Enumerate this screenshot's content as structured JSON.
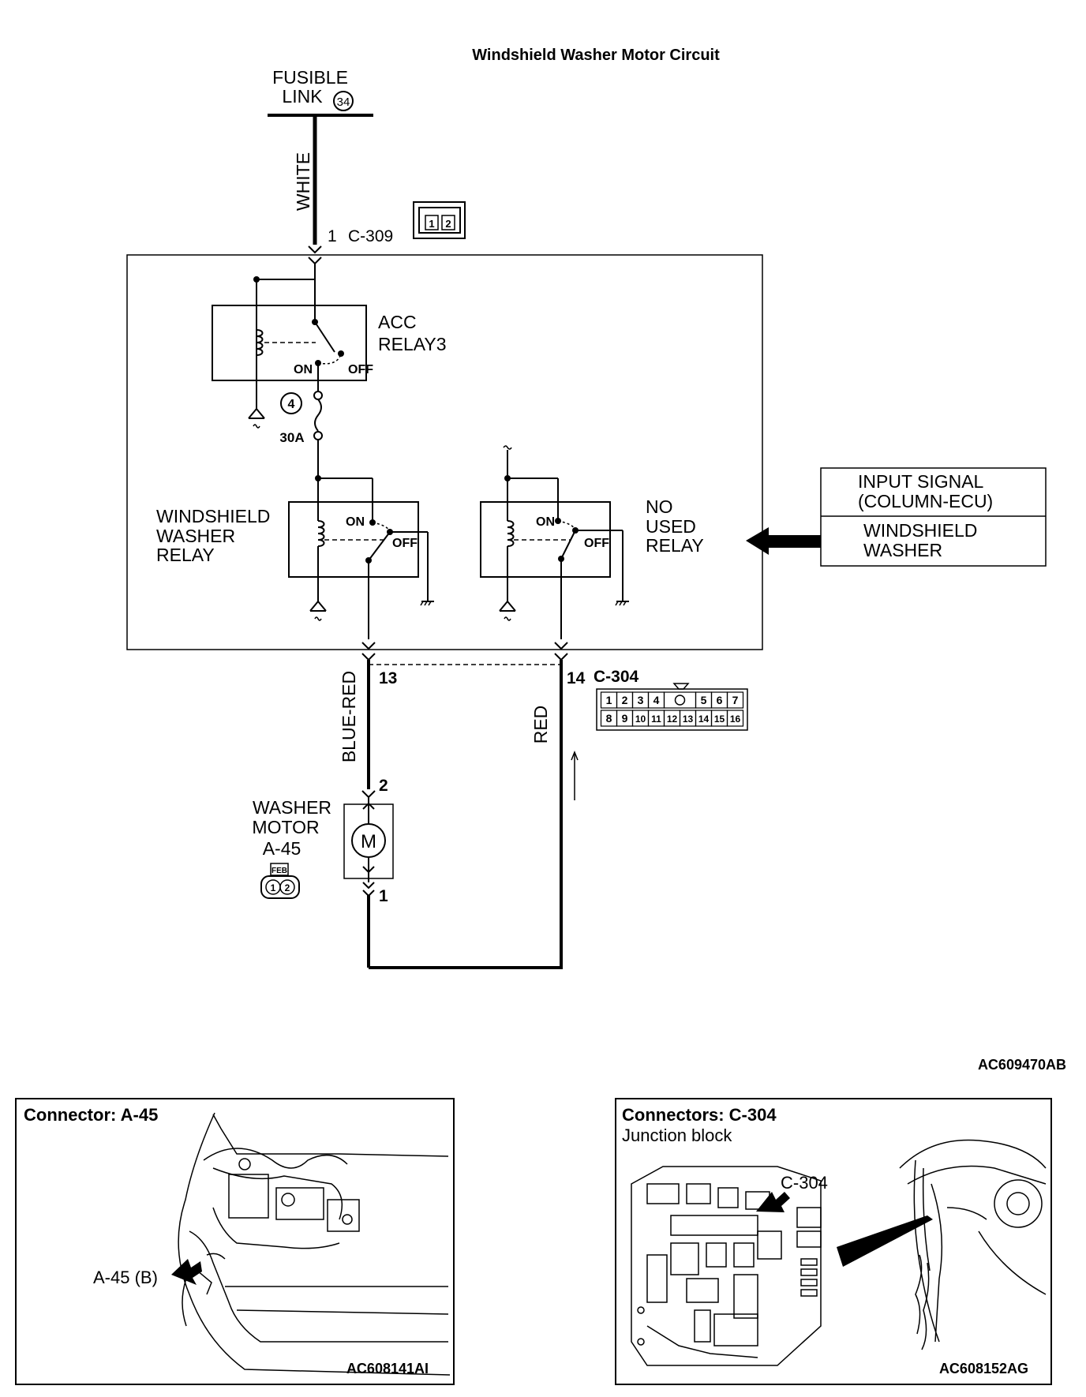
{
  "title": "Windshield Washer Motor Circuit",
  "fusible_link": {
    "line1": "FUSIBLE",
    "line2": "LINK",
    "number": "34"
  },
  "wires": {
    "white": "WHITE",
    "blue_red": "BLUE-RED",
    "red": "RED"
  },
  "connector_c309": {
    "pin": "1",
    "name": "C-309",
    "pins": [
      "1",
      "2"
    ]
  },
  "acc_relay": {
    "line1": "ACC",
    "line2": "RELAY3",
    "on": "ON",
    "off": "OFF"
  },
  "fuse": {
    "number": "4",
    "rating": "30A"
  },
  "washer_relay": {
    "line1": "WINDSHIELD",
    "line2": "WASHER",
    "line3": "RELAY",
    "on": "ON",
    "off": "OFF"
  },
  "unused_relay": {
    "line1": "NO",
    "line2": "USED",
    "line3": "RELAY",
    "on": "ON",
    "off": "OFF"
  },
  "input_signal": {
    "header1": "INPUT SIGNAL",
    "header2": "(COLUMN-ECU)",
    "body1": "WINDSHIELD",
    "body2": "WASHER"
  },
  "connector_c304": {
    "pin_a": "13",
    "pin_b": "14",
    "name": "C-304",
    "row1": [
      "1",
      "2",
      "3",
      "4",
      "",
      "5",
      "6",
      "7"
    ],
    "row2": [
      "8",
      "9",
      "10",
      "11",
      "12",
      "13",
      "14",
      "15",
      "16"
    ]
  },
  "motor": {
    "line1": "WASHER",
    "line2": "MOTOR",
    "id": "A-45",
    "symbol": "M",
    "pin_top": "2",
    "pin_bottom": "1",
    "tag": "FEB",
    "pins": [
      "1",
      "2"
    ]
  },
  "diagram_code": "AC609470AB",
  "panel_a45": {
    "title": "Connector: A-45",
    "callout": "A-45 (B)",
    "code": "AC608141AI"
  },
  "panel_c304": {
    "title": "Connectors: C-304",
    "subtitle": "Junction block",
    "callout": "C-304",
    "code": "AC608152AG"
  }
}
